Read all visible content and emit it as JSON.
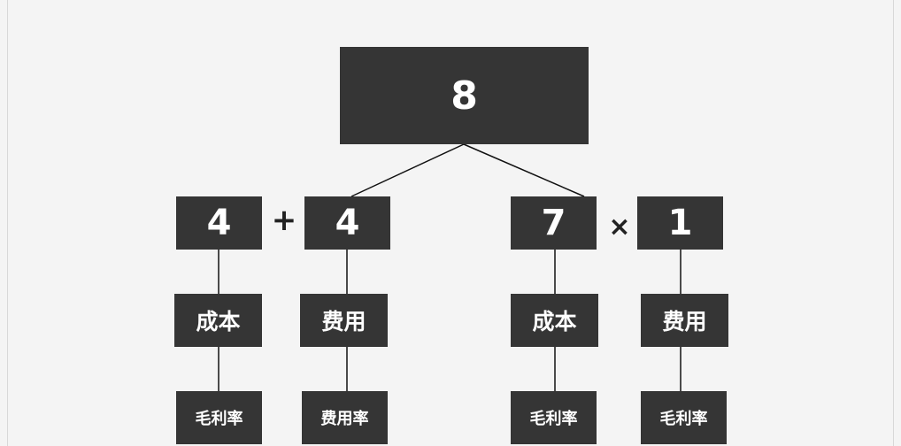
{
  "tree": {
    "root": {
      "value": "8"
    },
    "left_group": {
      "operator": "+",
      "operands": [
        {
          "value": "4",
          "label": "成本",
          "sub_label": "毛利率"
        },
        {
          "value": "4",
          "label": "费用",
          "sub_label": "费用率"
        }
      ]
    },
    "right_group": {
      "operator": "×",
      "operands": [
        {
          "value": "7",
          "label": "成本",
          "sub_label": "毛利率"
        },
        {
          "value": "1",
          "label": "费用",
          "sub_label": "毛利率"
        }
      ]
    }
  },
  "colors": {
    "box_fill": "#353535",
    "box_text": "#ffffff",
    "background": "#f4f4f4",
    "connector": "#111111"
  }
}
